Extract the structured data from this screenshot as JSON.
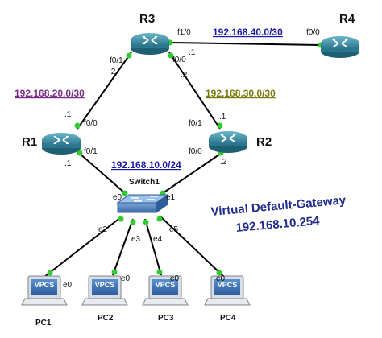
{
  "devices": {
    "r1": "R1",
    "r2": "R2",
    "r3": "R3",
    "r4": "R4",
    "switch": "Switch1",
    "pcs": [
      "PC1",
      "PC2",
      "PC3",
      "PC4"
    ],
    "vpcs_label": "VPCS"
  },
  "interfaces": {
    "r3_f1_0": "f1/0",
    "r3_f0_0": "f0/0",
    "r3_f0_1": "f0/1",
    "r4_f0_0": "f0/0",
    "r1_f0_0": "f0/0",
    "r1_f0_1": "f0/1",
    "r2_f0_1": "f0/1",
    "r2_f0_0": "f0/0",
    "sw_e0": "e0",
    "sw_e1": "e1",
    "sw_e2": "e2",
    "sw_e3": "e3",
    "sw_e4": "e4",
    "sw_e5": "e5",
    "pc1_e0": "e0",
    "pc2_e0": "e0",
    "pc3_e0": "e0",
    "pc4_e0": "e0"
  },
  "host_ids": {
    "r3_r4_side": ".1",
    "r3_r1_side": ".2",
    "r3_r2_side": ".2",
    "r1_r3_side": ".1",
    "r1_lan_side": ".1",
    "r2_r3_side": ".1",
    "r2_lan_side": ".2"
  },
  "networks": {
    "r3_r4": {
      "label": "192.168.40.0/30",
      "color": "#1a1aa6"
    },
    "r1_r3": {
      "label": "192.168.20.0/30",
      "color": "#7a2a8a"
    },
    "r2_r3": {
      "label": "192.168.30.0/30",
      "color": "#7a7a10"
    },
    "lan": {
      "label": "192.168.10.0/24",
      "color": "#1a1aa6"
    }
  },
  "annotation": {
    "line1": "Virtual Default-Gateway",
    "line2": "192.168.10.254"
  },
  "colors": {
    "router_body": "#2f7f96",
    "router_top": "#5aa8c0",
    "link": "#000000",
    "port_dot": "#2ecc2e",
    "switch_body": "#4b7cb8"
  }
}
